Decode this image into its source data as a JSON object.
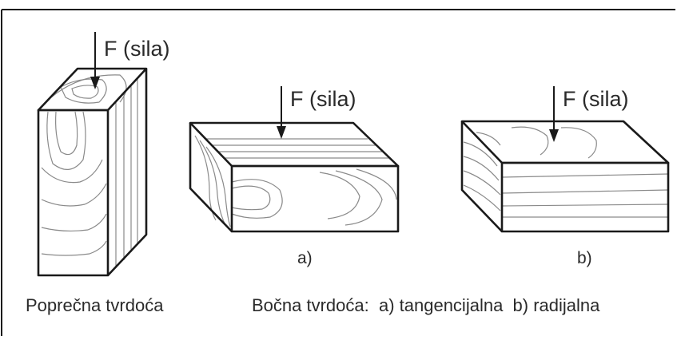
{
  "force_label": "F (sila)",
  "sub_labels": {
    "a": "a)",
    "b": "b)"
  },
  "captions": {
    "left": "Poprečna tvrdoća",
    "right": "Bočna tvrdoća:  a) tangencijalna  b) radijalna"
  },
  "colors": {
    "lines": "#1a1a1a",
    "grain": "#8a8a8a",
    "text": "#2a2a2a"
  }
}
